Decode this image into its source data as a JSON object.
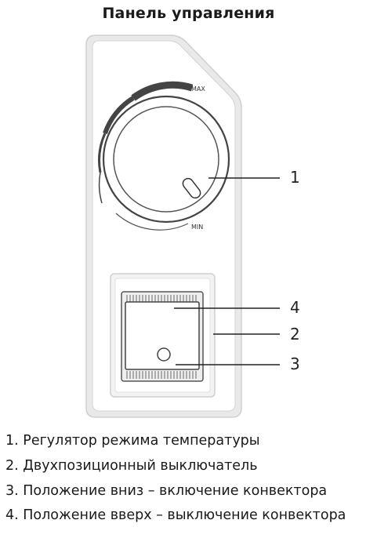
{
  "title": "Панель управления",
  "dial": {
    "max_label": "MAX",
    "min_label": "MIN"
  },
  "callouts": [
    "1",
    "4",
    "2",
    "3"
  ],
  "legend": [
    "1. Регулятор режима температуры",
    "2. Двухпозиционный выключатель",
    "3. Положение вниз – включение конвектора",
    "4. Положение вверх – выключение конвектора"
  ]
}
